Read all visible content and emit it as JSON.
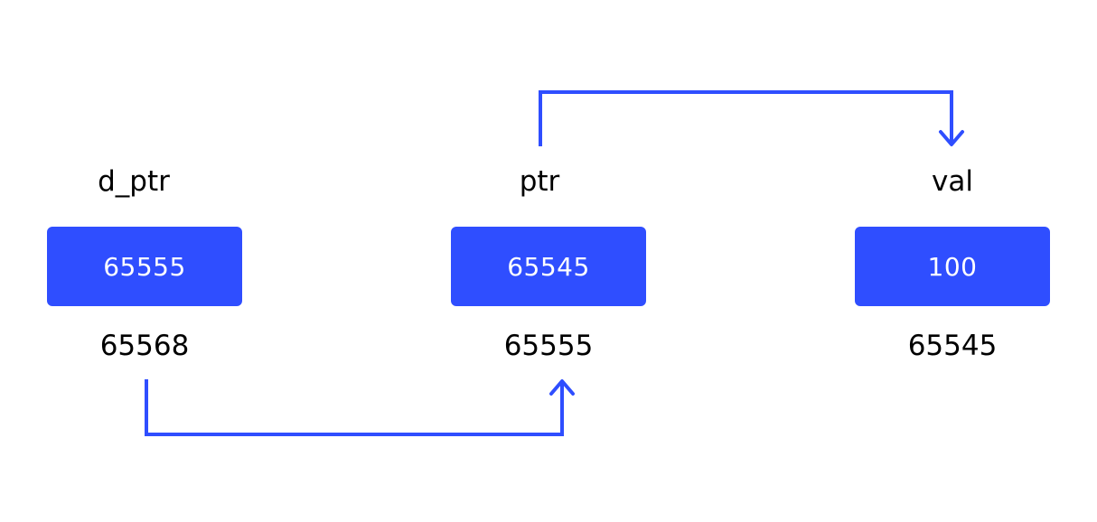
{
  "colors": {
    "box_fill": "#2f4eff",
    "arrow": "#2f4eff",
    "box_text": "#ffffff",
    "label_text": "#000000"
  },
  "variables": [
    {
      "name": "d_ptr",
      "value": "65555",
      "address": "65568"
    },
    {
      "name": "ptr",
      "value": "65545",
      "address": "65555"
    },
    {
      "name": "val",
      "value": "100",
      "address": "65545"
    }
  ],
  "arrows": [
    {
      "from": "d_ptr",
      "to": "ptr"
    },
    {
      "from": "ptr",
      "to": "val"
    }
  ]
}
